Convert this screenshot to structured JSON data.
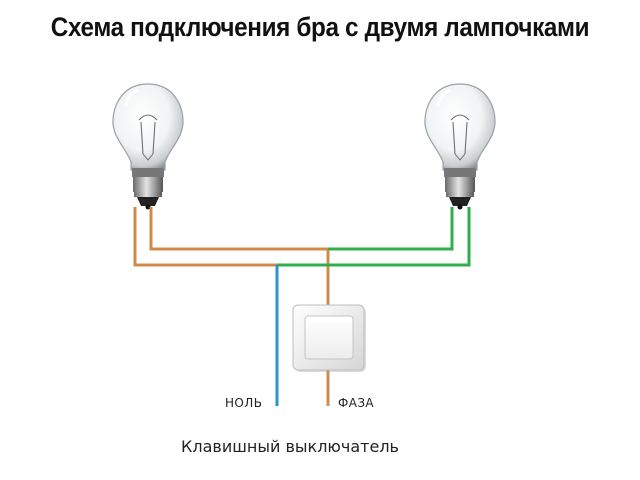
{
  "title": "Схема подключения бра с двумя лампочками",
  "labels": {
    "neutral": "НОЛЬ",
    "phase": "ФАЗА"
  },
  "caption": "Клавишный выключатель",
  "colors": {
    "phase_wire": "#d08b4c",
    "neutral_wire": "#2a96d0",
    "switched_wire": "#2fae4f"
  },
  "icons": [
    "light-bulb-icon",
    "light-bulb-icon",
    "rocker-switch-icon"
  ]
}
